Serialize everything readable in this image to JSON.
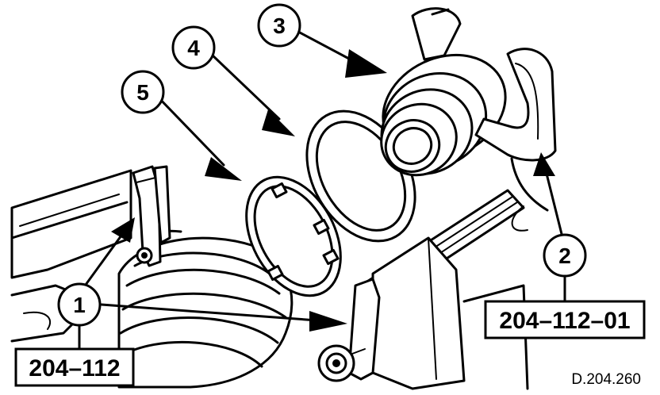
{
  "callouts": [
    {
      "id": "1",
      "label": "1"
    },
    {
      "id": "2",
      "label": "2"
    },
    {
      "id": "3",
      "label": "3"
    },
    {
      "id": "4",
      "label": "4"
    },
    {
      "id": "5",
      "label": "5"
    }
  ],
  "tools": {
    "left": "204–112",
    "right": "204–112–01"
  },
  "figure_ref": "D.204.260"
}
